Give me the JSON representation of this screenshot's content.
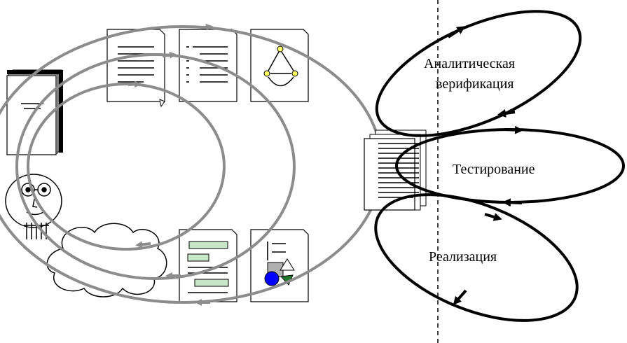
{
  "labels": {
    "analytic": "Аналитическая верификация",
    "analytic_line1": "Аналитическая",
    "analytic_line2": "верификация",
    "testing": "Тестирование",
    "implementation": "Реализация"
  },
  "colors": {
    "grey_loop": "#8c8c8c",
    "black_loop": "#000000",
    "circle_blue": "#0000ff",
    "triangle_green": "#1f7a2e",
    "doc_highlight": "#c8e6c8",
    "shape_grey": "#b0b0b0"
  }
}
